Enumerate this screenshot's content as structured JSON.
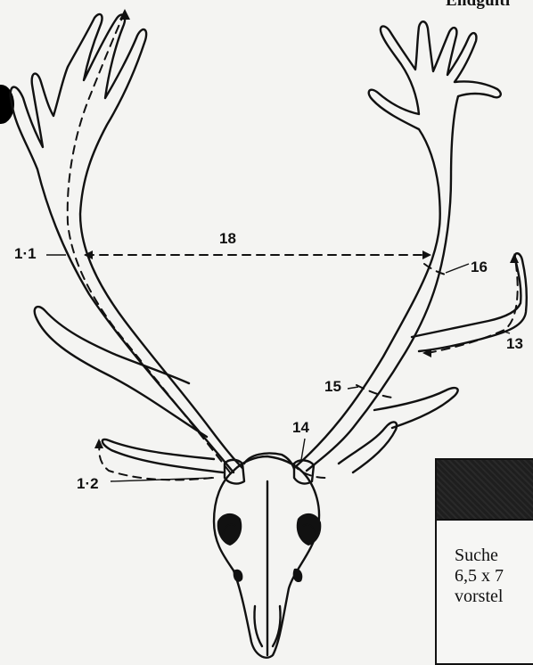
{
  "header": {
    "title_fragment": "Endgülti"
  },
  "diagram": {
    "labels": {
      "l11": "1·1",
      "l12": "1·2",
      "l13": "13",
      "l14": "14",
      "l15": "15",
      "l16": "16",
      "l18": "18"
    }
  },
  "ad": {
    "lines": [
      "Suche",
      "6,5 x 7",
      "vorstel"
    ]
  },
  "colors": {
    "ink": "#111111",
    "paper": "#f4f4f2",
    "header": "#1e1e1e"
  }
}
